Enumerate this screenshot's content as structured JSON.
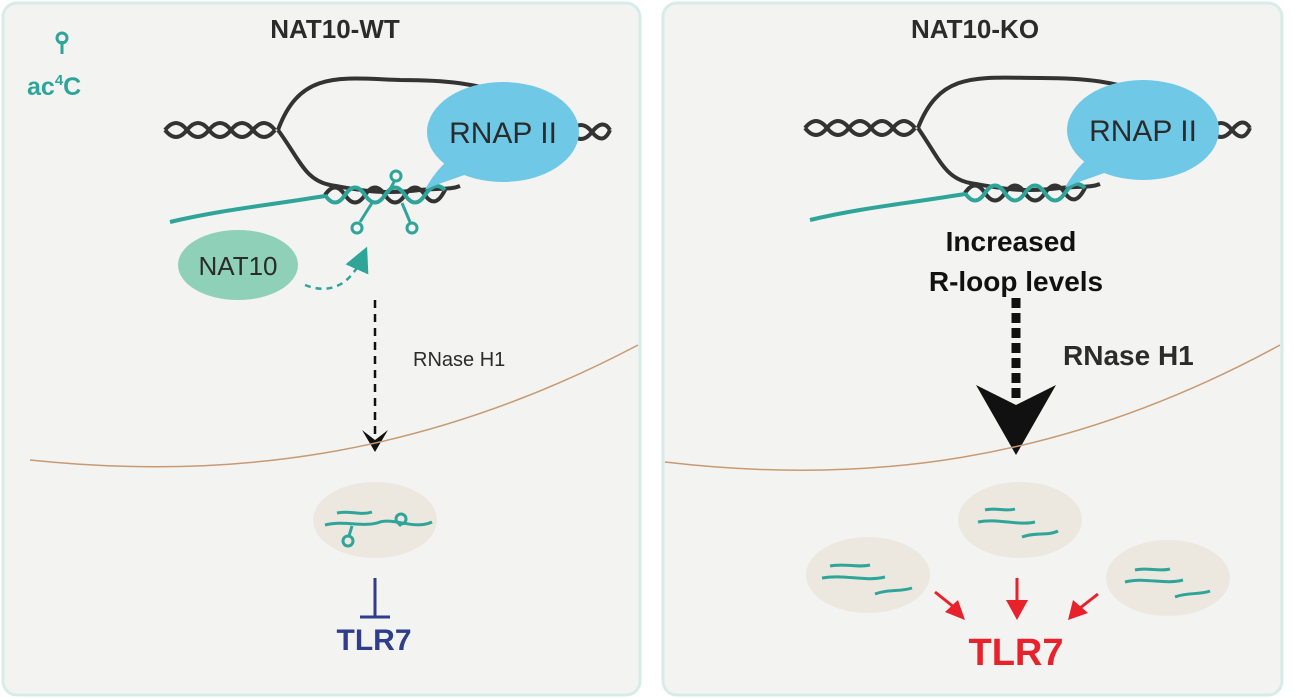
{
  "legend": {
    "icon": "ac4c-marker-icon",
    "label_base": "ac",
    "label_sup": "4",
    "label_tail": "C"
  },
  "panels": {
    "left": {
      "title": "NAT10-WT",
      "polymerase": "RNAP II",
      "enzyme": "NAT10",
      "rnase": "RNase H1",
      "output": "TLR7",
      "output_color": "#2e3d8c",
      "effect": "inhibition"
    },
    "right": {
      "title": "NAT10-KO",
      "polymerase": "RNAP II",
      "rloop_line1": "Increased",
      "rloop_line2": "R-loop levels",
      "rnase": "RNase H1",
      "output": "TLR7",
      "output_color": "#e8212a",
      "effect": "activation"
    }
  },
  "colors": {
    "panel_bg": "#f3f3f2",
    "panel_border": "#d7ece8",
    "teal": "#2fa59a",
    "polymerase": "#6fc8e6",
    "nat10": "#8fd0b9",
    "vesicle": "#ece8e0",
    "membrane": "#c79a72",
    "dna": "#333333",
    "inhibit": "#2e3d8c",
    "activate": "#e8212a"
  }
}
